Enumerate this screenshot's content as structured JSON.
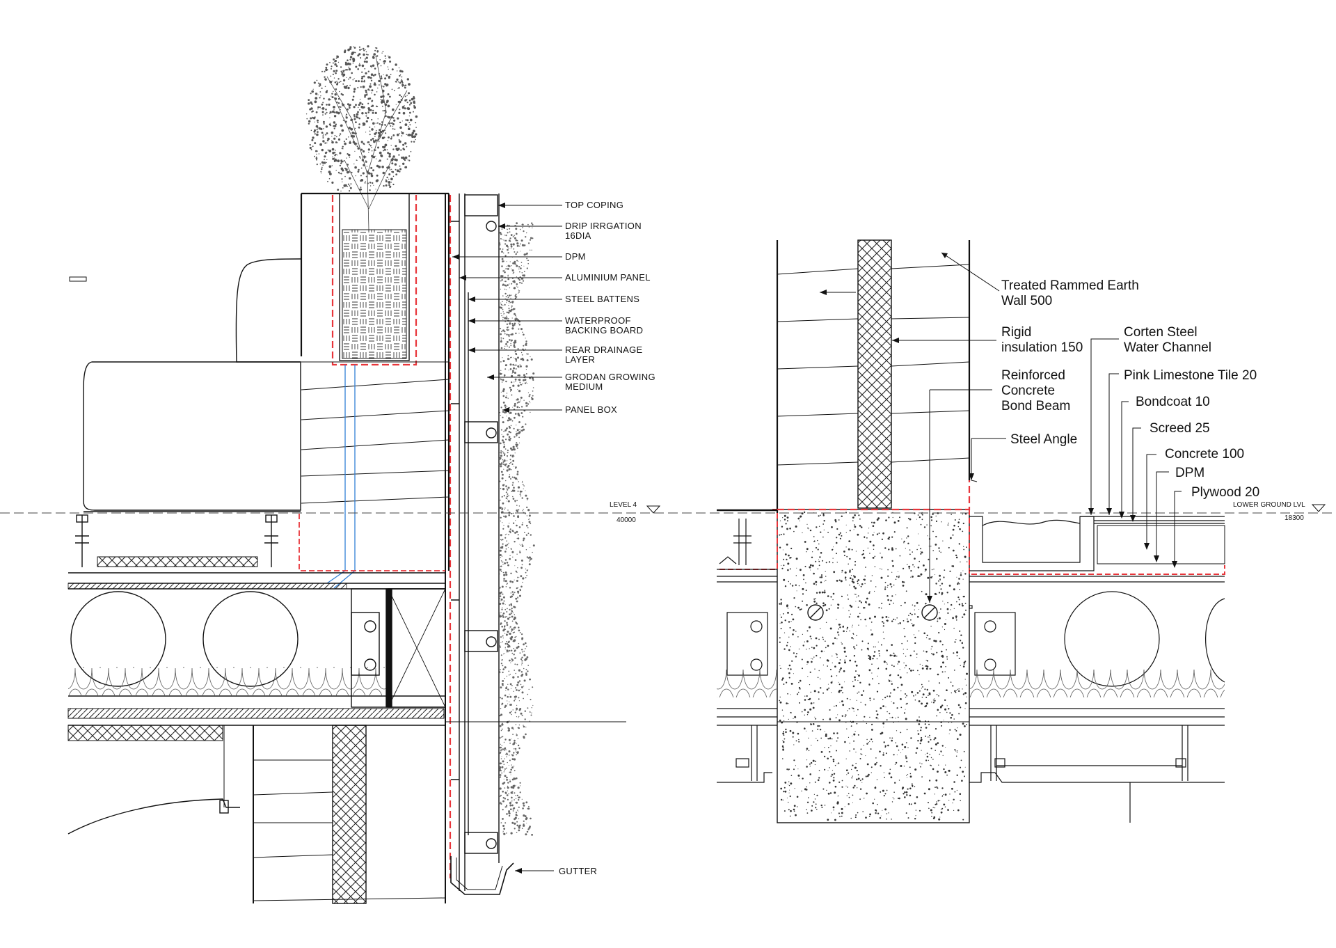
{
  "colors": {
    "line": "#111111",
    "dpm_red": "#e8353a",
    "pipe_blue": "#2f7fd6",
    "hatch": "#333333"
  },
  "left_detail": {
    "labels": [
      "TOP COPING",
      "DRIP IRRGATION",
      "16DIA",
      "DPM",
      "ALUMINIUM PANEL",
      "STEEL BATTENS",
      "WATERPROOF",
      "BACKING BOARD",
      "REAR DRAINAGE",
      "LAYER",
      "GRODAN GROWING",
      "MEDIUM",
      "PANEL BOX",
      "GUTTER"
    ],
    "level_name": "LEVEL 4",
    "level_value": "40000"
  },
  "right_detail": {
    "labels": [
      "Treated Rammed Earth",
      "Wall 500",
      "Rigid",
      "insulation 150",
      "Reinforced",
      "Concrete",
      "Bond Beam",
      "Steel Angle",
      "Corten Steel",
      "Water Channel",
      "Pink Limestone Tile 20",
      "Bondcoat 10",
      "Screed 25",
      "Concrete 100",
      "DPM",
      "Plywood 20"
    ],
    "level_name": "LOWER GROUND LVL",
    "level_value": "18300"
  },
  "icons": [
    "tree-icon",
    "vertical-planting-icon",
    "level-marker-icon"
  ]
}
